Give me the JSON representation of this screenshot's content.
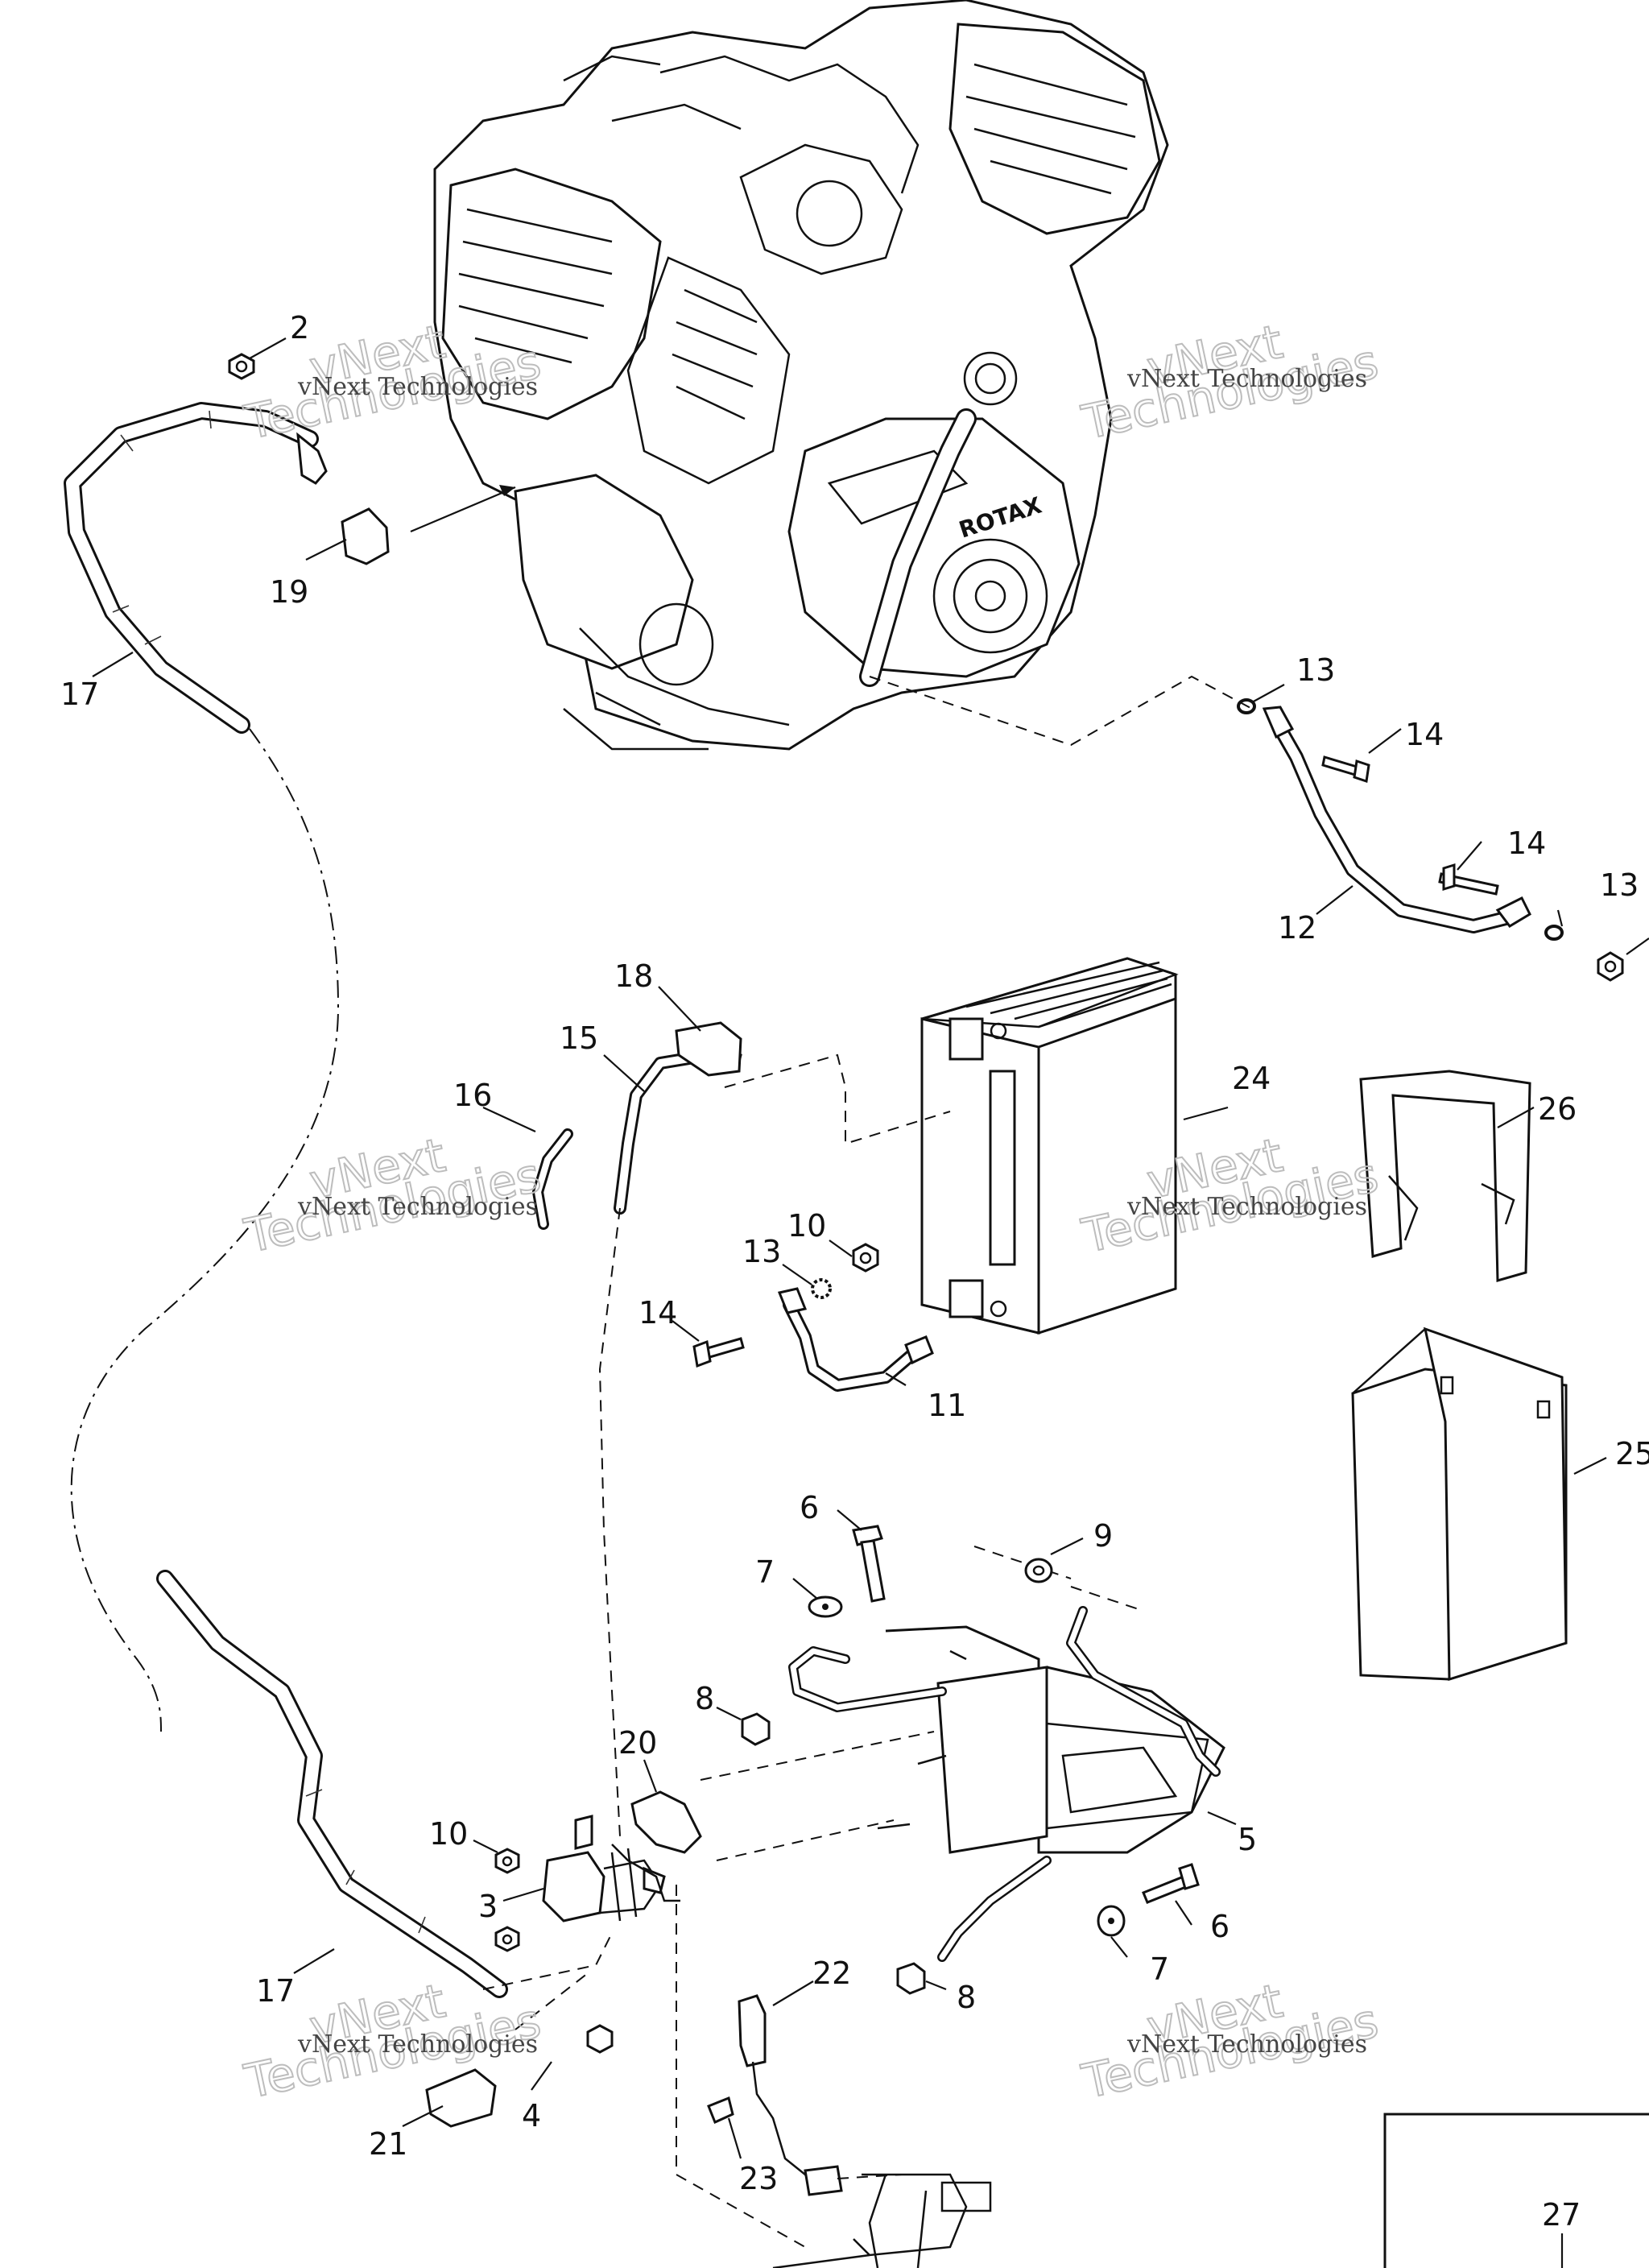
{
  "watermark": {
    "line": "vNext Technologies",
    "big_top": "vNext",
    "big_bottom": "Technologies"
  },
  "engine_brand": "ROTAX",
  "callouts": [
    {
      "id": "c2",
      "text": "2"
    },
    {
      "id": "c19",
      "text": "19"
    },
    {
      "id": "c17a",
      "text": "17"
    },
    {
      "id": "c13a",
      "text": "13"
    },
    {
      "id": "c14a",
      "text": "14"
    },
    {
      "id": "c14b",
      "text": "14"
    },
    {
      "id": "c13b",
      "text": "13"
    },
    {
      "id": "c12",
      "text": "12"
    },
    {
      "id": "c18",
      "text": "18"
    },
    {
      "id": "c15",
      "text": "15"
    },
    {
      "id": "c16",
      "text": "16"
    },
    {
      "id": "c24",
      "text": "24"
    },
    {
      "id": "c26",
      "text": "26"
    },
    {
      "id": "c10a",
      "text": "10"
    },
    {
      "id": "c13c",
      "text": "13"
    },
    {
      "id": "c14c",
      "text": "14"
    },
    {
      "id": "c11",
      "text": "11"
    },
    {
      "id": "c25",
      "text": "25"
    },
    {
      "id": "c6a",
      "text": "6"
    },
    {
      "id": "c9",
      "text": "9"
    },
    {
      "id": "c7a",
      "text": "7"
    },
    {
      "id": "c8a",
      "text": "8"
    },
    {
      "id": "c20",
      "text": "20"
    },
    {
      "id": "c5",
      "text": "5"
    },
    {
      "id": "c10b",
      "text": "10"
    },
    {
      "id": "c3",
      "text": "3"
    },
    {
      "id": "c6b",
      "text": "6"
    },
    {
      "id": "c7b",
      "text": "7"
    },
    {
      "id": "c17b",
      "text": "17"
    },
    {
      "id": "c22",
      "text": "22"
    },
    {
      "id": "c8b",
      "text": "8"
    },
    {
      "id": "c4",
      "text": "4"
    },
    {
      "id": "c21",
      "text": "21"
    },
    {
      "id": "c23",
      "text": "23"
    },
    {
      "id": "c27",
      "text": "27"
    }
  ]
}
